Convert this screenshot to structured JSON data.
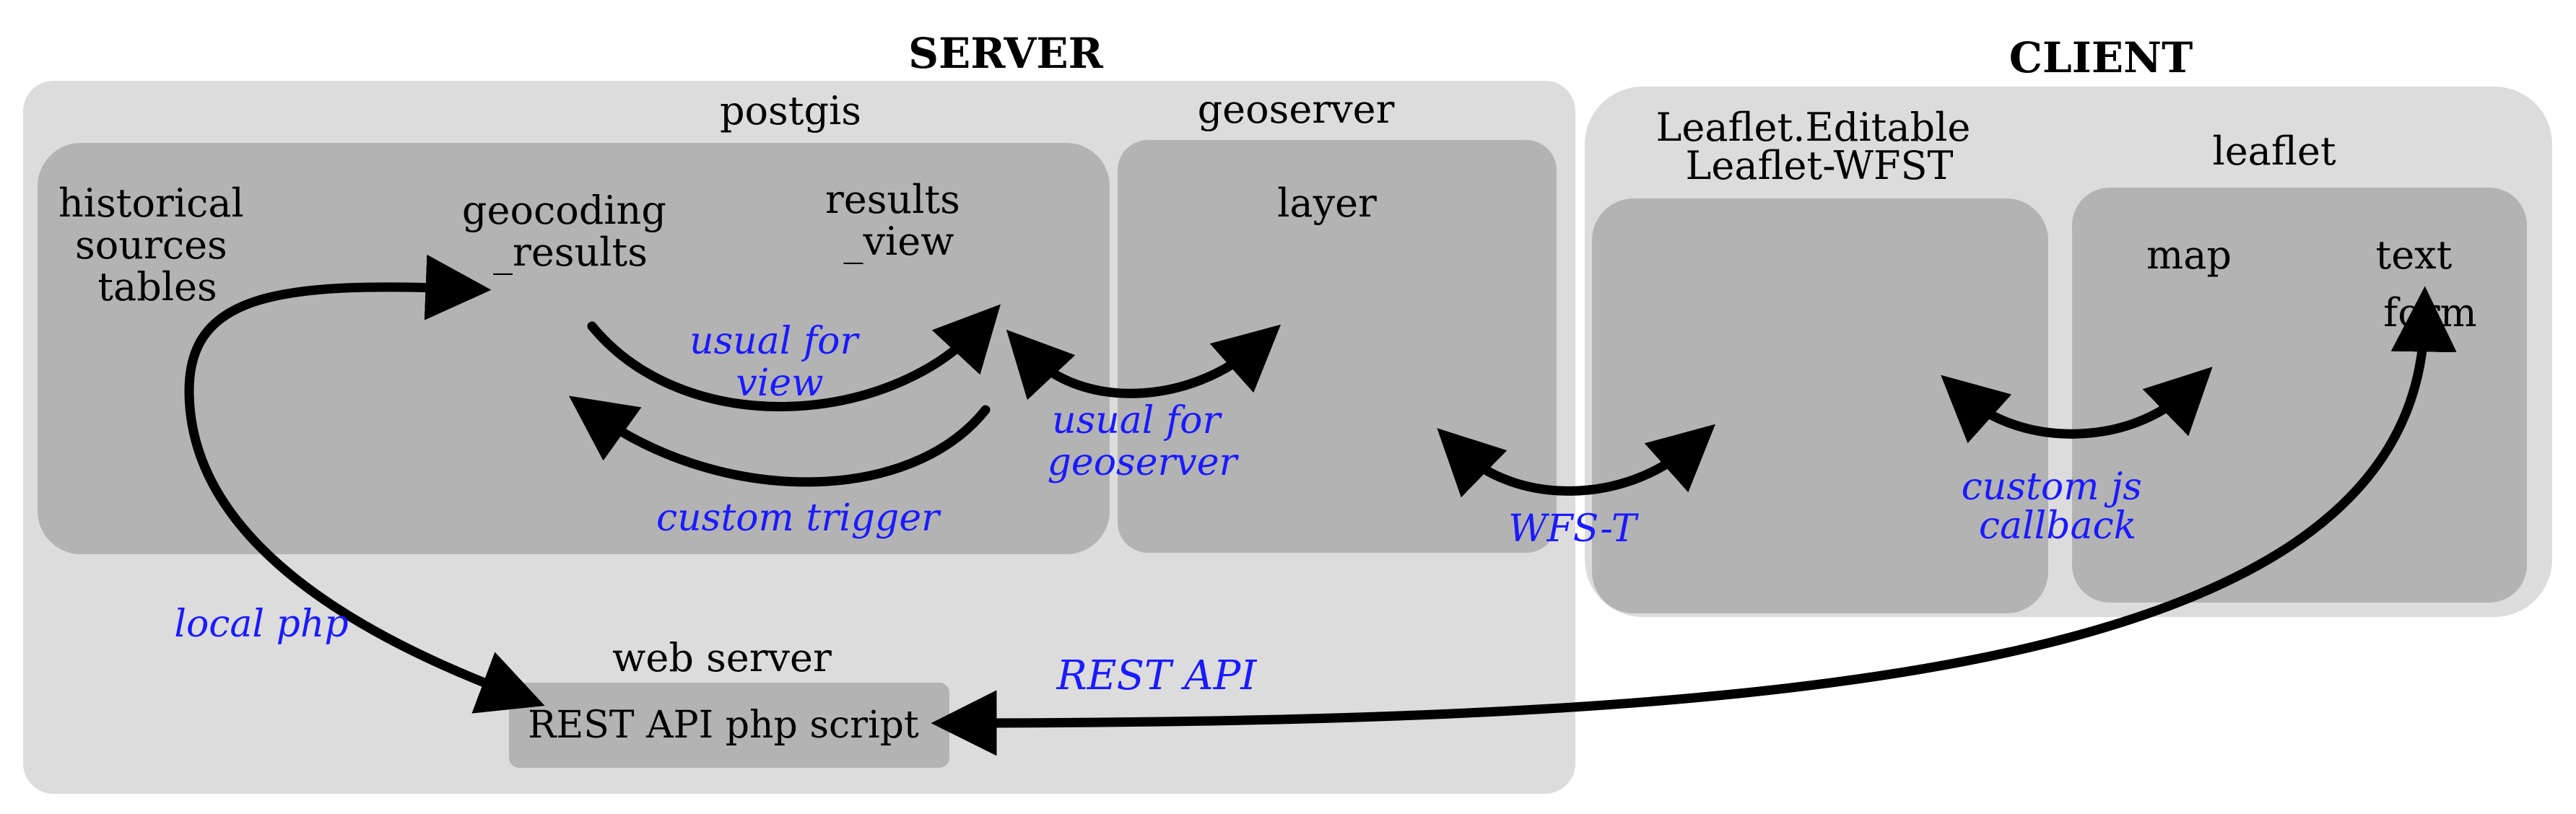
{
  "colors": {
    "region_fill": "#dcdcdc",
    "box_fill": "#b3b3b3",
    "arrow": "#000000",
    "annotation": "#1a1aff",
    "label": "#000000"
  },
  "server": {
    "title": "SERVER",
    "postgis": {
      "label": "postgis",
      "historical_sources": [
        "historical",
        "sources",
        "tables"
      ],
      "geocoding_results": [
        "geocoding",
        "_results"
      ],
      "results_view": [
        "results",
        "_view"
      ]
    },
    "geoserver": {
      "label": "geoserver",
      "layer": "layer"
    },
    "web_server": {
      "label": "web server",
      "script": "REST API php script"
    }
  },
  "client": {
    "title": "CLIENT",
    "editable": {
      "label": [
        "Leaflet.Editable",
        "Leaflet-WFST"
      ]
    },
    "leaflet": {
      "label": "leaflet",
      "map": "map",
      "text_form": [
        "text",
        "form"
      ]
    }
  },
  "annotations": {
    "usual_for_view": [
      "usual for",
      "view"
    ],
    "custom_trigger": "custom trigger",
    "usual_for_geoserver": [
      "usual for",
      "geoserver"
    ],
    "wfs_t": "WFS-T",
    "custom_js_callback": [
      "custom js",
      "callback"
    ],
    "local_php": "local php",
    "rest_api": "REST API"
  }
}
